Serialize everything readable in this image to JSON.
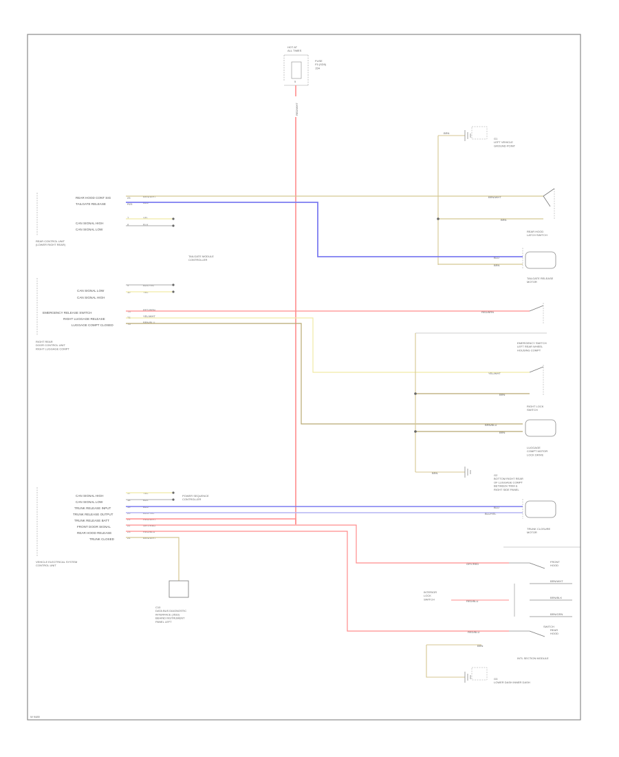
{
  "colors": {
    "frame": "#8a8a8a",
    "wire_power": "#ff8a8a",
    "wire_blue": "#7b7bf0",
    "wire_light_blue": "#b4b4f4",
    "wire_yellow": "#f0e9a4",
    "wire_tan": "#d4c690",
    "wire_brown": "#b8a870",
    "wire_gray": "#9a9a9a",
    "text": "#555555"
  },
  "fuse": {
    "title": "HOT AT\nALL TIMES",
    "fuse_label": "FUSE\nF5 (SD5)\n15A",
    "fuse_number": "5"
  },
  "top_ground": {
    "wire": "BRN",
    "label": "G1\nLEFT VEHICLE\nGROUND POINT"
  },
  "rear_control_unit": {
    "label": "REAR CONTROL UNIT\n(LOWER RIGHT REAR)",
    "pins": [
      {
        "num": "23",
        "name": "REAR HOOD CONT SIG",
        "color": "BRN/WHT"
      },
      {
        "num": "R23",
        "name": "TAILGATE RELEASE",
        "color": "BLU"
      },
      {
        "num": "7",
        "name": "CAN SIGNAL HIGH",
        "color": "YEL"
      },
      {
        "num": "8",
        "name": "CAN SIGNAL LOW",
        "color": "BLK"
      }
    ]
  },
  "tailgate_module_note": "TAILGATE MODULE\nCONTROLLER",
  "rear_door_control": {
    "label": "RIGHT REAR\nDOOR CONTROL UNIT\nRIGHT LUGGAGE COMPT",
    "pins": [
      {
        "num": "9",
        "name": "CAN SIGNAL LOW",
        "color": "BLK/YEL"
      },
      {
        "num": "10",
        "name": "CAN SIGNAL HIGH",
        "color": "YEL"
      },
      {
        "num": "T3",
        "name": "EMERGENCY RELEASE SWITCH",
        "color": "RED/BRN"
      },
      {
        "num": "T5",
        "name": "RIGHT LUGGAGE RELEASE",
        "color": "YEL/WHT"
      },
      {
        "num": "T6",
        "name": "LUGGAGE COMPT CLOSED",
        "color": "BRN/BLU"
      }
    ]
  },
  "rear_hood_switch": {
    "wire": "BRN/WHT",
    "ground_wire": "BRN",
    "label": "REAR HOOD\nLATCH SWITCH"
  },
  "tailgate_release_motor": {
    "wire1": "BLU",
    "wire2": "BRN",
    "label": "TAILGATE RELEASE\nMOTOR"
  },
  "emergency_switch": {
    "wire": "RED/BRN",
    "label": "EMERGENCY SWITCH\nLEFT REAR WHEEL\nHOUSING COMPT"
  },
  "right_lock_switch": {
    "wire": "YEL/WHT",
    "ground_wire": "BRN",
    "label": "RIGHT LOCK\nSWITCH"
  },
  "luggage_motor": {
    "wire1": "BRN/BLU",
    "wire2": "BRN",
    "label": "LUGGAGE\nCOMPT MOTOR\nLOCK DRIVE"
  },
  "ground_g2": {
    "wire": "BRN",
    "label": "G2\nBOTTOM RIGHT REAR\nOF LUGGAGE COMPT\nBETWEEN TRIM &\nRIGHT SIDE PANEL"
  },
  "trunk_closure_motor": {
    "wire1": "BLU",
    "wire2": "BLU/YEL",
    "label": "TRUNK CLOSURE\nMOTOR"
  },
  "vehicle_control_unit": {
    "label": "VEHICLE ELECTRICAL SYSTEM\nCONTROL UNIT",
    "pins": [
      {
        "num": "17",
        "name": "CAN SIGNAL HIGH",
        "color": "YEL"
      },
      {
        "num": "18",
        "name": "CAN SIGNAL LOW",
        "color": "BLK"
      },
      {
        "num": "19",
        "name": "TRUNK RELEASE INPUT",
        "color": "BLU"
      },
      {
        "num": "20",
        "name": "TRUNK RELEASE OUTPUT",
        "color": "BLU/YEL"
      },
      {
        "num": "21",
        "name": "TRUNK RELEASE BATT",
        "color": "RED/WHT"
      },
      {
        "num": "22",
        "name": "FRONT DOOR SIGNAL",
        "color": "GRY/RED"
      },
      {
        "num": "23",
        "name": "REAR HOOD RELEASE",
        "color": "RED/BLU"
      },
      {
        "num": "24",
        "name": "TRUNK CLOSED",
        "color": "BRN/WHT"
      }
    ],
    "gateway_note": "POWER SEQUENCE\nCONTROLLER"
  },
  "data_connector": {
    "label": "C10\nDATA BUS DIAGNOSTIC\nINTERFACE (J533)\nBEHIND INSTRUMENT\nPANEL LEFT"
  },
  "switches_cluster": {
    "front_hood_switch": {
      "wire": "GRY/RED",
      "label": "FRONT\nHOOD"
    },
    "mid": {
      "wire": "RED/BLU",
      "name": "INTERIOR\nLOCK\nSWITCH",
      "pins": [
        "BRN/WHT",
        "BRN/BLK",
        "BRN/GRN"
      ],
      "label": "SWITCH"
    },
    "rear_hood_switch": {
      "wire": "RED/BLU",
      "label": "REAR\nHOOD"
    },
    "module_label": "INTL SECTION MODULE"
  },
  "bottom_ground": {
    "wire": "BRN",
    "label": "G3\nLOWER DASH INNER DASH"
  },
  "footer_code": "W 9489"
}
